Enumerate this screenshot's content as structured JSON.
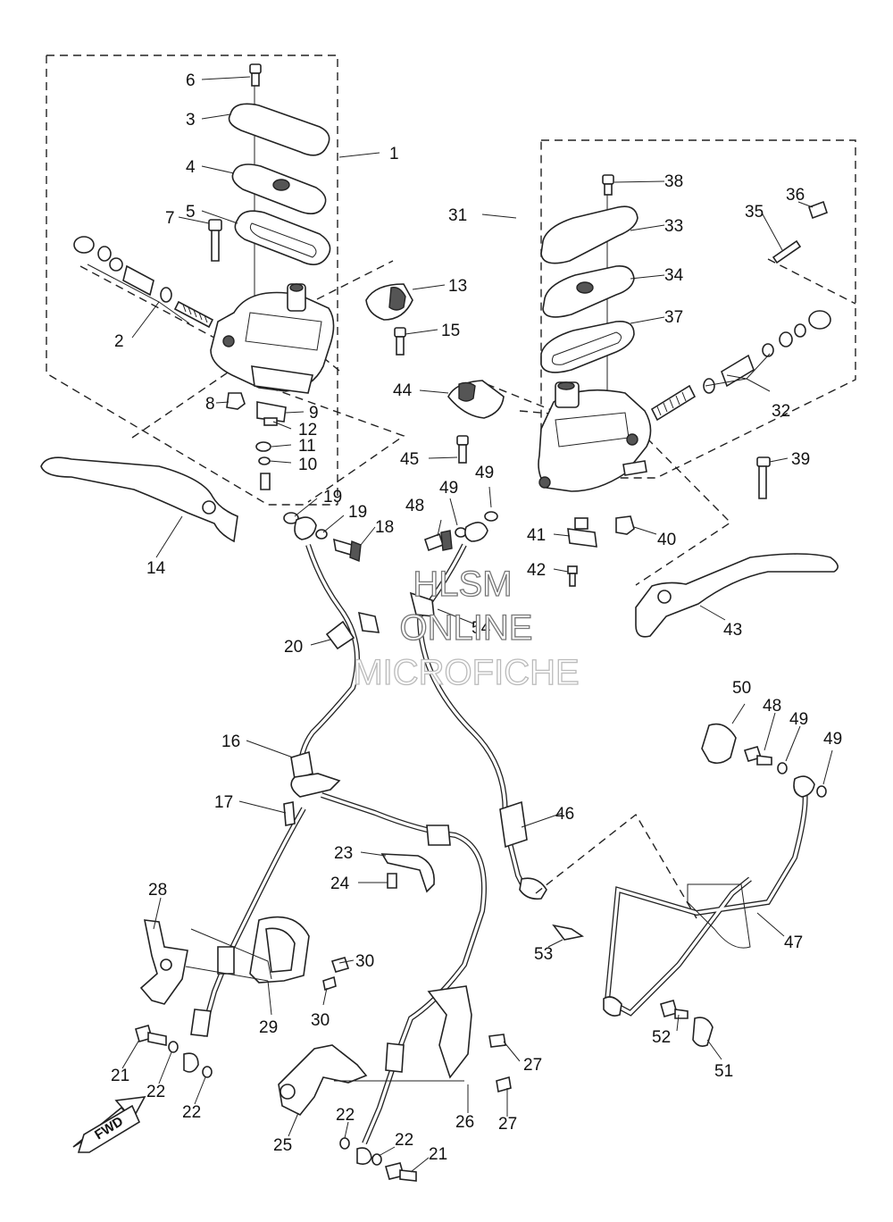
{
  "callouts": [
    "1",
    "2",
    "3",
    "4",
    "5",
    "6",
    "7",
    "8",
    "9",
    "10",
    "11",
    "12",
    "13",
    "14",
    "15",
    "16",
    "17",
    "18",
    "19",
    "20",
    "21",
    "22",
    "23",
    "24",
    "25",
    "26",
    "27",
    "28",
    "29",
    "30",
    "31",
    "32",
    "33",
    "34",
    "35",
    "36",
    "37",
    "38",
    "39",
    "40",
    "41",
    "42",
    "43",
    "44",
    "45",
    "46",
    "47",
    "48",
    "49",
    "50",
    "51",
    "52",
    "53",
    "54"
  ],
  "watermark": {
    "line1": "HLSM",
    "line2": "ONLINE",
    "line3": "MICROFICHE"
  },
  "direction_badge": "FWD"
}
